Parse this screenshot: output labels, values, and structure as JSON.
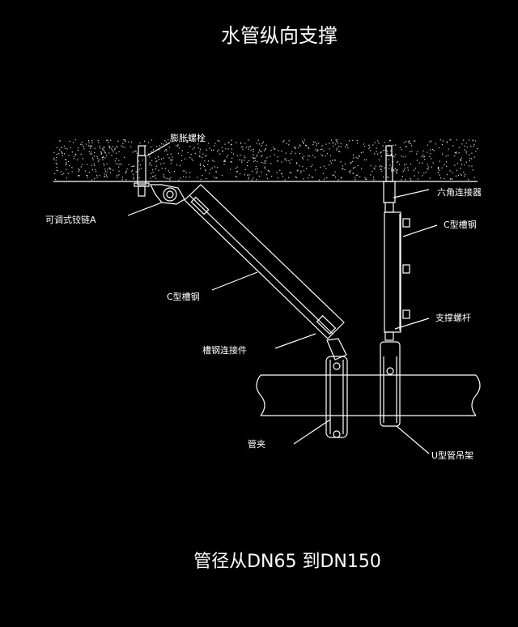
{
  "title": "水管纵向支撑",
  "subtitle": "管径从DN65 到DN150",
  "labels": {
    "expansion_bolt": "膨胀螺栓",
    "adjustable_hinge": "可调式铰链A",
    "c_channel_diagonal": "C型槽钢",
    "channel_connector": "槽钢连接件",
    "pipe_clamp": "管夹",
    "hex_connector": "六角连接器",
    "c_channel_vertical": "C型槽钢",
    "support_rod": "支撑螺杆",
    "u_hanger": "U型管吊架"
  },
  "colors": {
    "background": "#000000",
    "line": "#ffffff"
  }
}
